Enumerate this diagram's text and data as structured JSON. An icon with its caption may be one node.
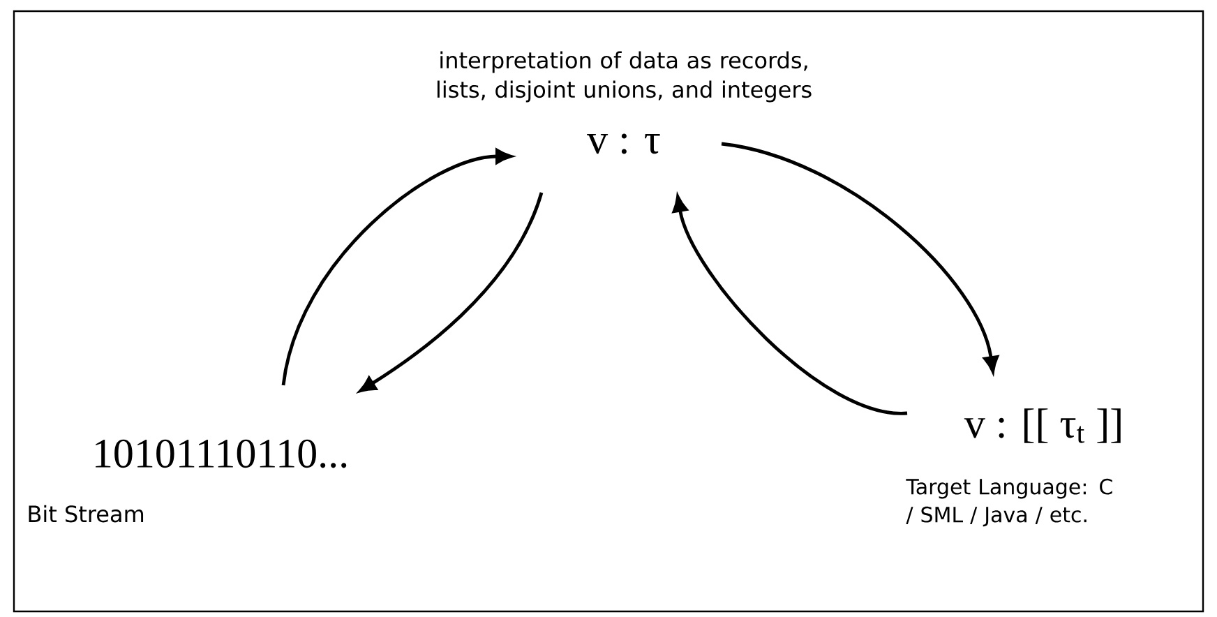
{
  "diagram": {
    "nodes": [
      {
        "text": [
          "v : τ"
        ],
        "beside": [
          "interpretation of data as records, lists, disjoint unions, and integers"
        ]
      },
      {
        "text": [
          "10101110110..."
        ],
        "beside": [
          "Bit Stream"
        ]
      },
      {
        "text": [
          "v : [[ τ$_{t}$ ]]"
        ],
        "beside": [
          "Target Language: C / SML / Java / etc."
        ]
      }
    ],
    "edges": [
      {
        "from": 1,
        "to": 0,
        "arrow": "to"
      },
      {
        "from": 0,
        "to": 1,
        "arrow": "to"
      },
      {
        "from": 0,
        "to": 2,
        "arrow": "to"
      },
      {
        "from": 2,
        "to": 0,
        "arrow": "to"
      }
    ]
  }
}
